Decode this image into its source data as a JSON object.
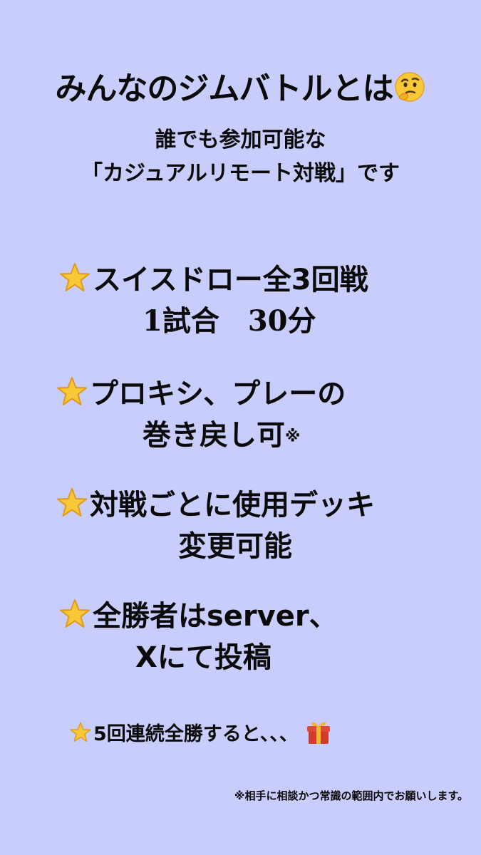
{
  "colors": {
    "background": "#c9cdfb",
    "text": "#0a0a0a",
    "star_fill": "#f8c838",
    "star_stroke": "#e09a18",
    "gift_red": "#d23a2a",
    "gift_gold": "#f2b632"
  },
  "header": {
    "title": "みんなのジムバトルとは",
    "title_emoji": "thinking-face-icon",
    "subtitle_line1": "誰でも参加可能な",
    "subtitle_line2": "「カジュアルリモート対戦」です"
  },
  "rules": [
    {
      "icon": "star-icon",
      "line1": "スイスドロー全3回戦",
      "line2": "1試合　30分"
    },
    {
      "icon": "star-icon",
      "line1": "プロキシ、プレーの",
      "line2": "巻き戻し可",
      "line2_suffix": "※"
    },
    {
      "icon": "star-icon",
      "line1": "対戦ごとに使用デッキ",
      "line2": "変更可能"
    },
    {
      "icon": "star-icon",
      "line1": "全勝者はserver、",
      "line2": "Xにて投稿"
    }
  ],
  "bonus": {
    "icon": "star-icon",
    "text": "5回連続全勝すると、、、",
    "trailing_icon": "gift-icon"
  },
  "footnote": "※相手に相談かつ常識の範囲内でお願いします。"
}
